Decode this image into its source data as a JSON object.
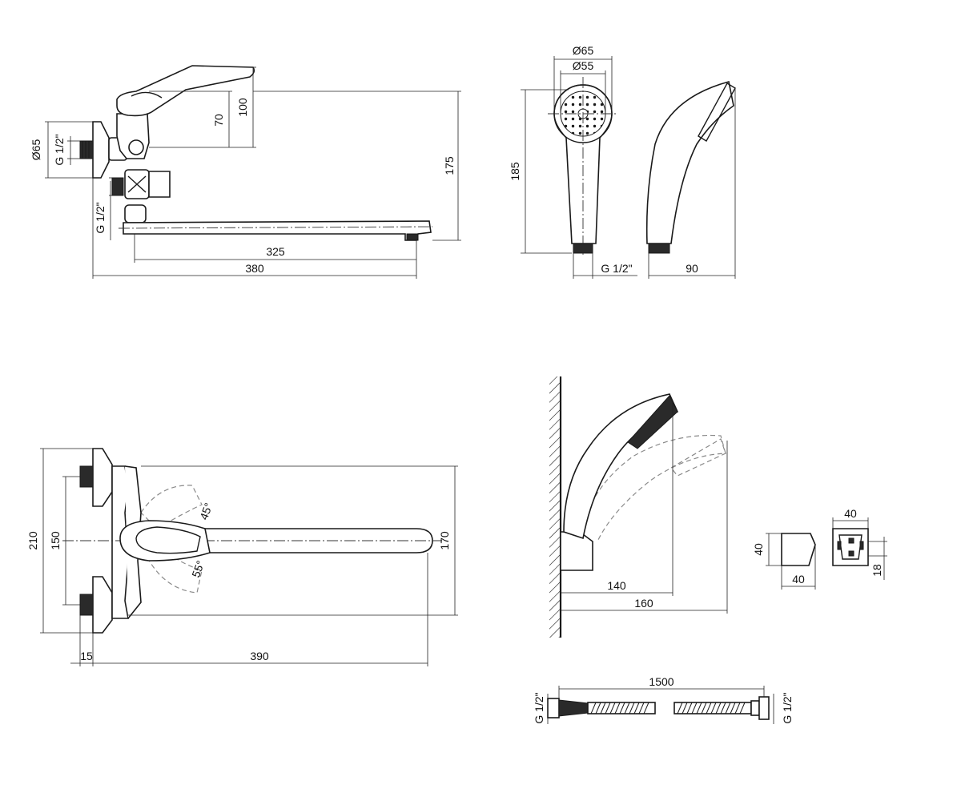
{
  "labels": {
    "faucet_side": {
      "d65": "Ø65",
      "g_half_upper": "G 1/2\"",
      "g_half_lower": "G 1/2\"",
      "h70": "70",
      "h100": "100",
      "h175": "175",
      "w325": "325",
      "w380": "380"
    },
    "shower_head": {
      "d65": "Ø65",
      "d55": "Ø55",
      "h185": "185",
      "g_half": "G 1/2\"",
      "w90": "90"
    },
    "faucet_top": {
      "h210": "210",
      "h150": "150",
      "h170": "170",
      "a45": "45°",
      "a55": "55°",
      "w15": "15",
      "w390": "390"
    },
    "wall_mount": {
      "w140": "140",
      "w160": "160"
    },
    "holder": {
      "h40": "40",
      "w40_front": "40",
      "w40_top": "40",
      "h18": "18"
    },
    "hose": {
      "length": "1500",
      "g_left": "G 1/2\"",
      "g_right": "G 1/2\""
    }
  }
}
